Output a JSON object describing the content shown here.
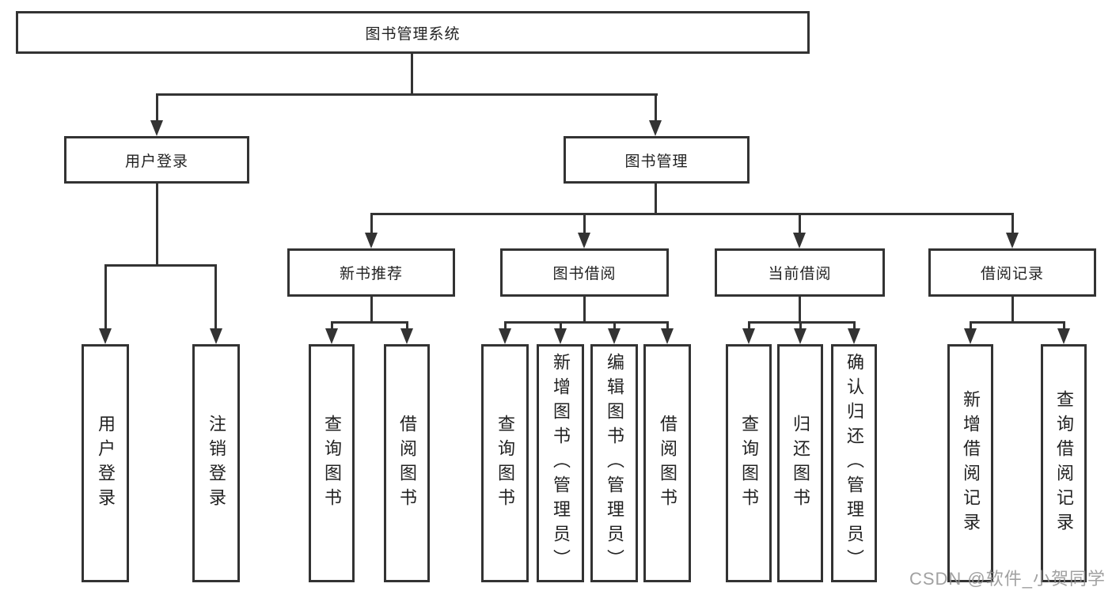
{
  "tree": {
    "root": {
      "label": "图书管理系统"
    },
    "children": [
      {
        "label": "用户登录",
        "children": [
          {
            "label": "用户登录"
          },
          {
            "label": "注销登录"
          }
        ]
      },
      {
        "label": "图书管理",
        "children": [
          {
            "label": "新书推荐",
            "children": [
              {
                "label": "查询图书"
              },
              {
                "label": "借阅图书"
              }
            ]
          },
          {
            "label": "图书借阅",
            "children": [
              {
                "label": "查询图书"
              },
              {
                "label": "新增图书（管理员）"
              },
              {
                "label": "编辑图书（管理员）"
              },
              {
                "label": "借阅图书"
              }
            ]
          },
          {
            "label": "当前借阅",
            "children": [
              {
                "label": "查询图书"
              },
              {
                "label": "归还图书"
              },
              {
                "label": "确认归还（管理员）"
              }
            ]
          },
          {
            "label": "借阅记录",
            "children": [
              {
                "label": "新增借阅记录"
              },
              {
                "label": "查询借阅记录"
              }
            ]
          }
        ]
      }
    ]
  },
  "watermark": {
    "text": "CSDN @软件_小贺同学"
  },
  "colors": {
    "line": "#333333",
    "text": "#222222",
    "background": "#ffffff",
    "watermark": "#919191"
  }
}
